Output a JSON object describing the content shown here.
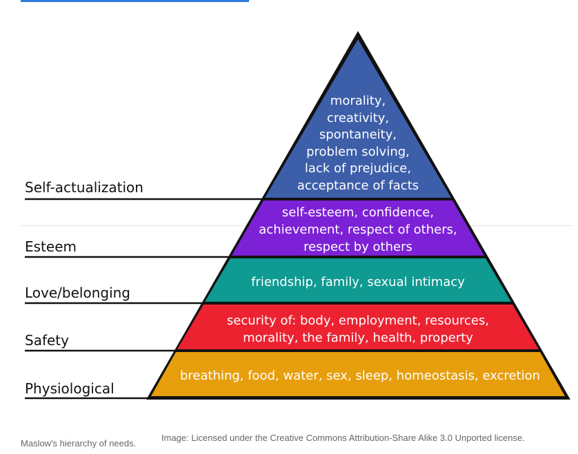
{
  "pyramid": {
    "tiers": [
      {
        "level": "Self-actualization",
        "color": "#3d5ea8",
        "lines": [
          "morality,",
          "creativity,",
          "spontaneity,",
          "problem solving,",
          "lack of prejudice,",
          "acceptance of facts"
        ]
      },
      {
        "level": "Esteem",
        "color": "#7d21d6",
        "lines": [
          "self-esteem, confidence,",
          "achievement, respect of others,",
          "respect by others"
        ]
      },
      {
        "level": "Love/belonging",
        "color": "#0f9a92",
        "lines": [
          "friendship, family, sexual intimacy"
        ]
      },
      {
        "level": "Safety",
        "color": "#ec2231",
        "lines": [
          "security of: body, employment, resources,",
          "morality, the family, health, property"
        ]
      },
      {
        "level": "Physiological",
        "color": "#e79e0d",
        "lines": [
          "breathing, food, water, sex, sleep, homeostasis, excretion"
        ]
      }
    ]
  },
  "caption": {
    "title": "Maslow's hierarchy of needs.",
    "credit": "Image: Licensed under the Creative Commons Attribution-Share Alike 3.0 Unported license."
  }
}
